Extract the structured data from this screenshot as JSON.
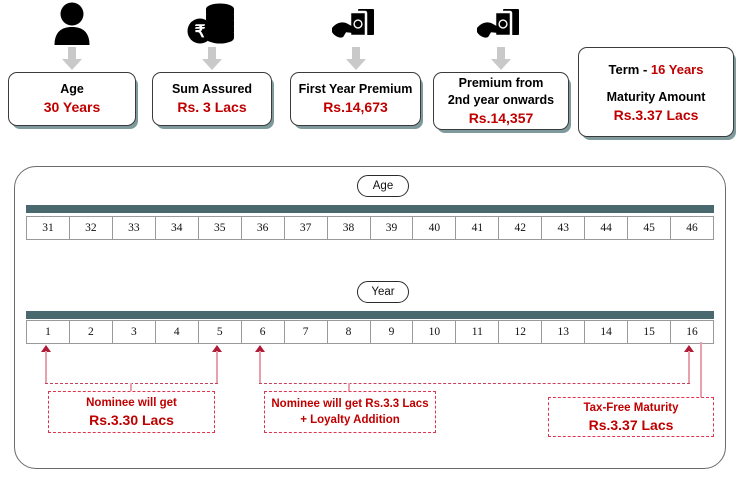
{
  "summary_cards": [
    {
      "icon": "person-icon",
      "label": "Age",
      "value": "30 Years"
    },
    {
      "icon": "coins-rupee-icon",
      "label": "Sum Assured",
      "value": "Rs. 3 Lacs"
    },
    {
      "icon": "hand-cash-icon",
      "label": "First Year Premium",
      "value": "Rs.14,673"
    },
    {
      "icon": "hand-cash-icon",
      "label_line1": "Premium from",
      "label_line2": "2nd year onwards",
      "value": "Rs.14,357"
    }
  ],
  "term_card": {
    "term_label": "Term  - ",
    "term_value": "16 Years",
    "maturity_label": "Maturity Amount",
    "maturity_value": "Rs.3.37 Lacs"
  },
  "timeline": {
    "age_pill": "Age",
    "year_pill": "Year",
    "age_values": [
      "31",
      "32",
      "33",
      "34",
      "35",
      "36",
      "37",
      "38",
      "39",
      "40",
      "41",
      "42",
      "43",
      "44",
      "45",
      "46"
    ],
    "year_values": [
      "1",
      "2",
      "3",
      "4",
      "5",
      "6",
      "7",
      "8",
      "9",
      "10",
      "11",
      "12",
      "13",
      "14",
      "15",
      "16"
    ]
  },
  "callouts": [
    {
      "line1": "Nominee will get",
      "line2": "Rs.3.30 Lacs",
      "span_years": [
        1,
        5
      ]
    },
    {
      "line1": "Nominee will get Rs.3.3 Lacs",
      "line2": "+ Loyalty Addition",
      "span_years": [
        6,
        16
      ]
    },
    {
      "line1": "Tax-Free Maturity",
      "line2": "Rs.3.37 Lacs",
      "span_years": [
        16,
        16
      ]
    }
  ],
  "colors": {
    "accent_red": "#c00000",
    "teal_bar": "#49696e",
    "card_border": "#3b3b3b",
    "shadow": "#7f9a9c",
    "connector": "#b01c38"
  }
}
